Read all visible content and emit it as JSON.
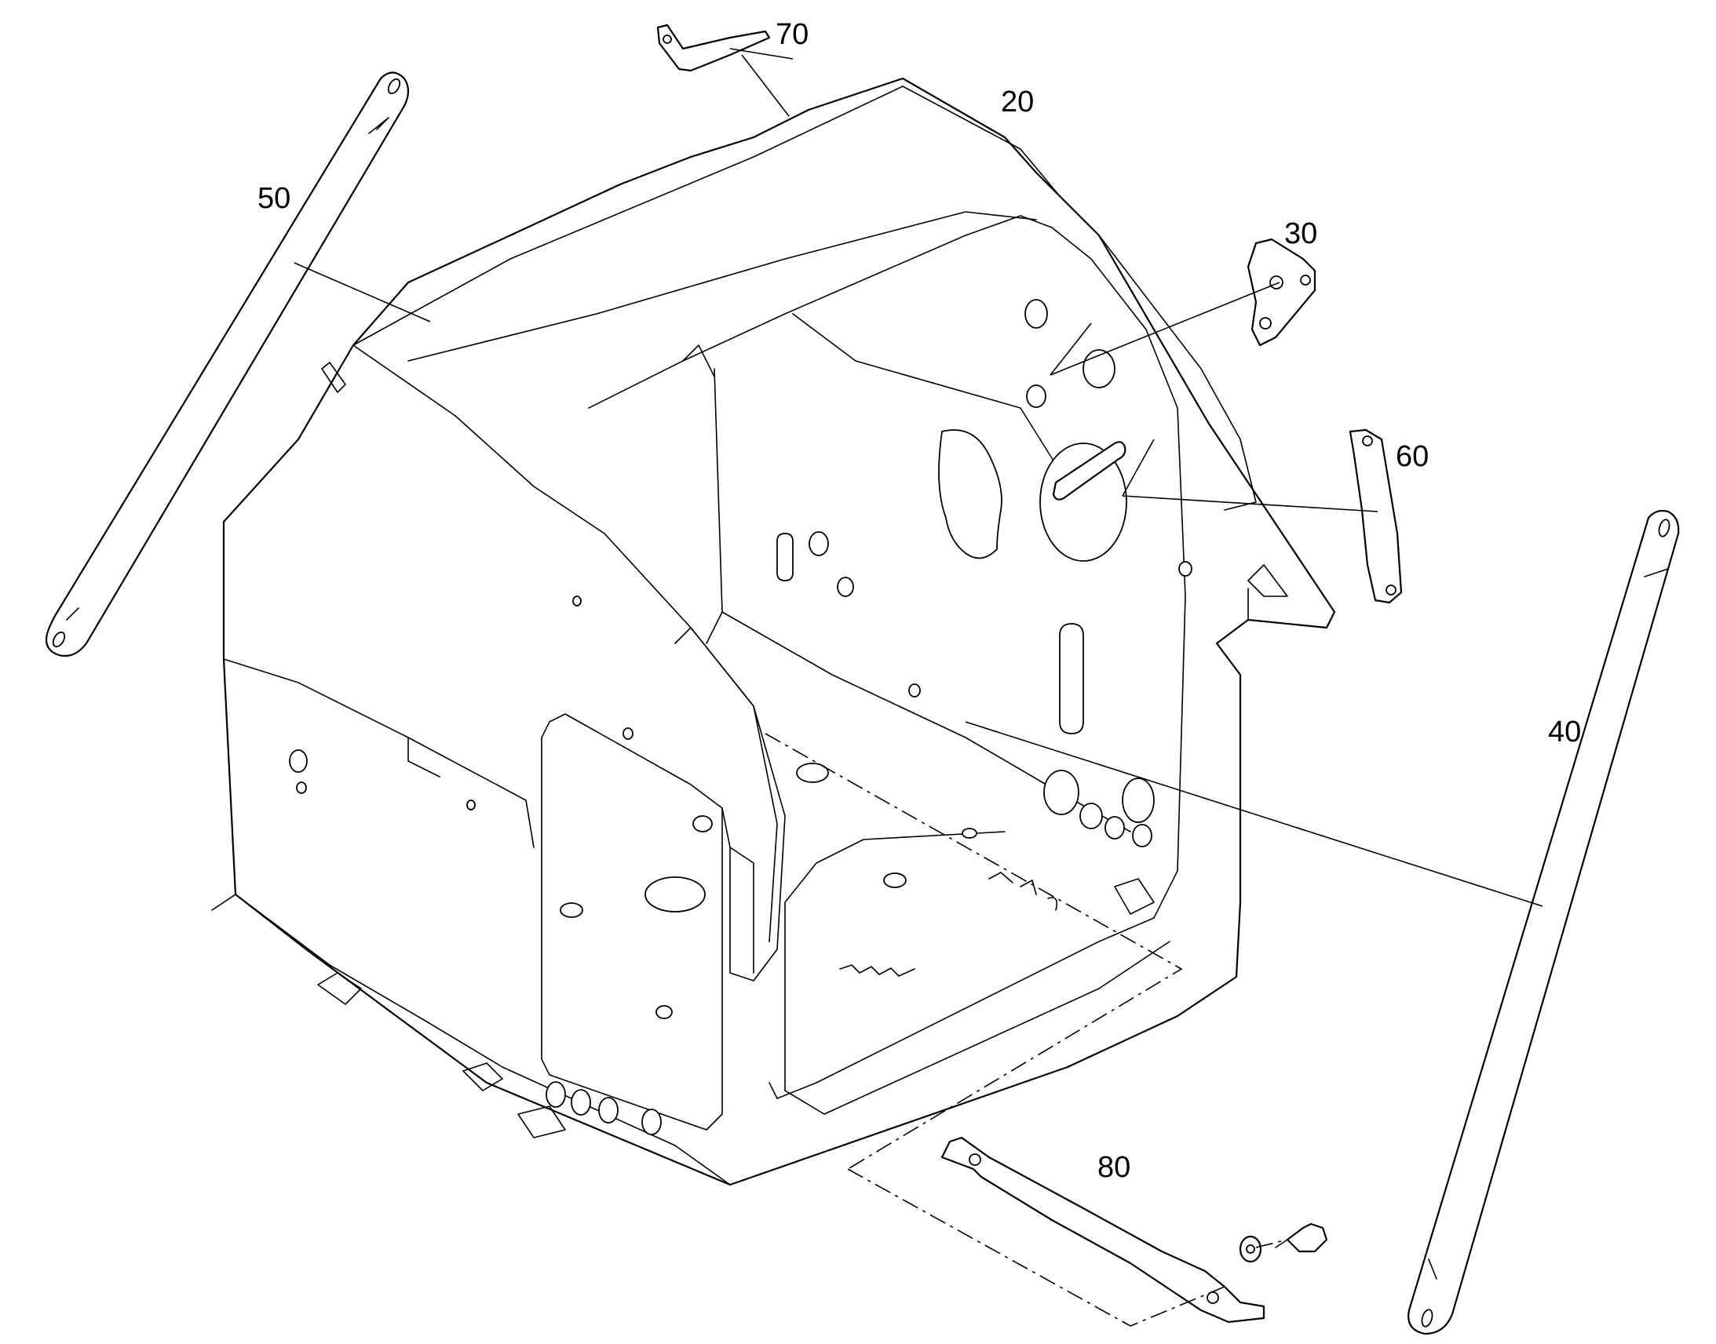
{
  "colors": {
    "line": "#000000",
    "background": "#ffffff"
  },
  "callouts": {
    "c20": "20",
    "c30": "30",
    "c40": "40",
    "c50": "50",
    "c60": "60",
    "c70": "70",
    "c80": "80"
  }
}
